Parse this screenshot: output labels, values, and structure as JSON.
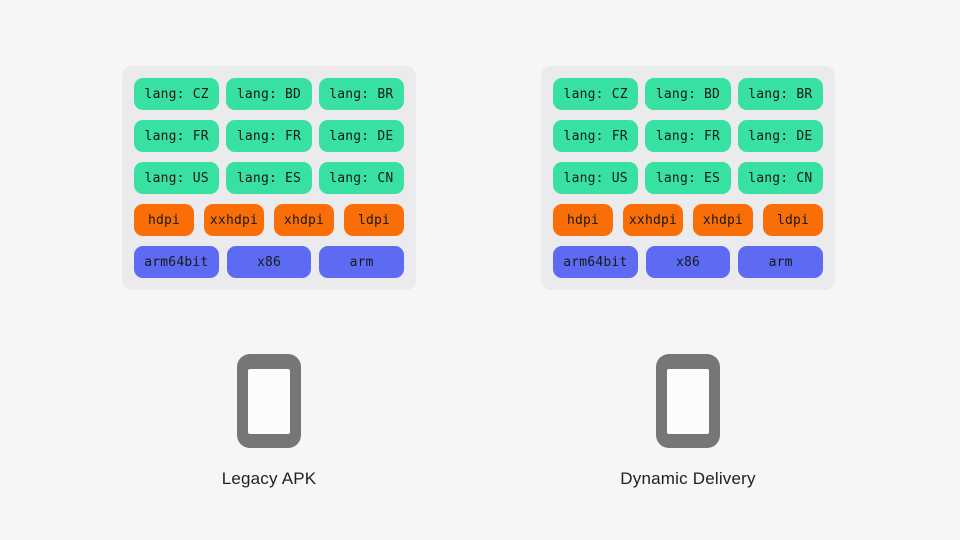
{
  "colors": {
    "page_bg": "#f6f6f7",
    "panel_bg": "#ebebed",
    "chip_green": "#38e1a2",
    "chip_orange": "#f96e07",
    "chip_blue": "#5d6af2",
    "chip_text": "#161b18",
    "phone_gray": "#767676",
    "phone_screen": "#fcfcfd",
    "label_text": "#212121"
  },
  "panels": [
    {
      "name": "legacy-apk",
      "label": "Legacy APK",
      "rows": [
        {
          "type": "lang",
          "chips": [
            "lang: CZ",
            "lang: BD",
            "lang: BR"
          ]
        },
        {
          "type": "lang",
          "chips": [
            "lang: FR",
            "lang: FR",
            "lang: DE"
          ]
        },
        {
          "type": "lang",
          "chips": [
            "lang: US",
            "lang: ES",
            "lang: CN"
          ]
        },
        {
          "type": "density",
          "chips": [
            "hdpi",
            "xxhdpi",
            "xhdpi",
            "ldpi"
          ]
        },
        {
          "type": "abi",
          "chips": [
            "arm64bit",
            "x86",
            "arm"
          ]
        }
      ]
    },
    {
      "name": "dynamic-delivery",
      "label": "Dynamic Delivery",
      "rows": [
        {
          "type": "lang",
          "chips": [
            "lang: CZ",
            "lang: BD",
            "lang: BR"
          ]
        },
        {
          "type": "lang",
          "chips": [
            "lang: FR",
            "lang: FR",
            "lang: DE"
          ]
        },
        {
          "type": "lang",
          "chips": [
            "lang: US",
            "lang: ES",
            "lang: CN"
          ]
        },
        {
          "type": "density",
          "chips": [
            "hdpi",
            "xxhdpi",
            "xhdpi",
            "ldpi"
          ]
        },
        {
          "type": "abi",
          "chips": [
            "arm64bit",
            "x86",
            "arm"
          ]
        }
      ]
    }
  ]
}
